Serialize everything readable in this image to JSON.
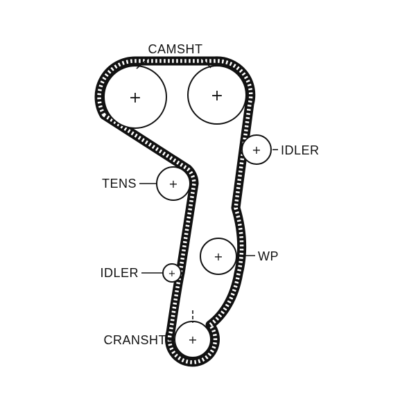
{
  "diagram": {
    "type": "timing-belt-routing-diagram",
    "background_color": "#ffffff",
    "line_color": "#111111",
    "belt_color": "#111111",
    "labels": {
      "camshaft": "CAMSHT",
      "idler_upper": "IDLER",
      "tensioner": "TENS",
      "water_pump": "WP",
      "idler_lower": "IDLER",
      "crankshaft": "CRANSHT"
    },
    "pulley_center_marker": "+"
  }
}
